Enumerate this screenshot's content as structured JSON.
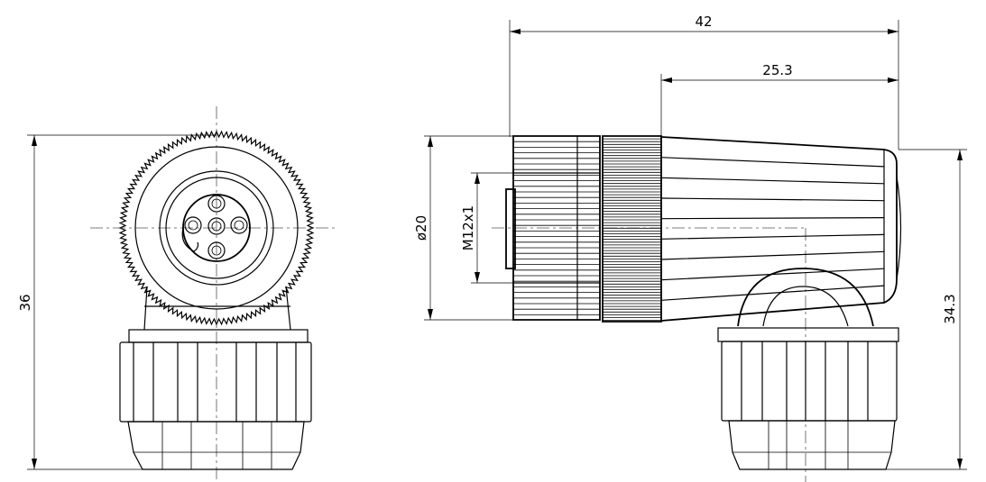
{
  "dimensions": {
    "height_left": "36",
    "overall_length": "42",
    "body_length": "25.3",
    "diameter": "ø20",
    "thread": "M12x1",
    "height_right": "34.3"
  },
  "colors": {
    "line": "#000000",
    "background": "#ffffff"
  }
}
